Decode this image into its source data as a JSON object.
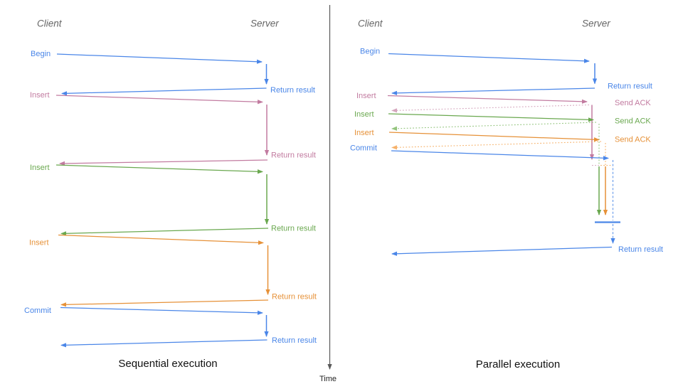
{
  "colors": {
    "blue": "#4a86e8",
    "pink": "#c27ba0",
    "green": "#6aa84f",
    "orange": "#e69138",
    "light_blue": "#6d9eeb",
    "light_pink": "#d5a6bd",
    "light_green": "#93c47d",
    "light_orange": "#f6b26b",
    "axis_gray": "#595959",
    "header_gray": "#666666",
    "title_black": "#111111"
  },
  "sequential": {
    "title": "Sequential execution",
    "client_header": "Client",
    "server_header": "Server",
    "operations": [
      {
        "label": "Begin",
        "result": "Return result"
      },
      {
        "label": "Insert",
        "result": "Return result"
      },
      {
        "label": "Insert",
        "result": "Return result"
      },
      {
        "label": "Insert",
        "result": "Return result"
      },
      {
        "label": "Commit",
        "result": "Return result"
      }
    ]
  },
  "parallel": {
    "title": "Parallel execution",
    "client_header": "Client",
    "server_header": "Server",
    "operations": [
      {
        "label": "Begin",
        "result": "Return result"
      },
      {
        "label": "Insert",
        "ack": "Send ACK"
      },
      {
        "label": "Insert",
        "ack": "Send ACK"
      },
      {
        "label": "Insert",
        "ack": "Send ACK"
      },
      {
        "label": "Commit",
        "result": "Return result"
      }
    ]
  },
  "time_axis": {
    "label": "Time"
  }
}
